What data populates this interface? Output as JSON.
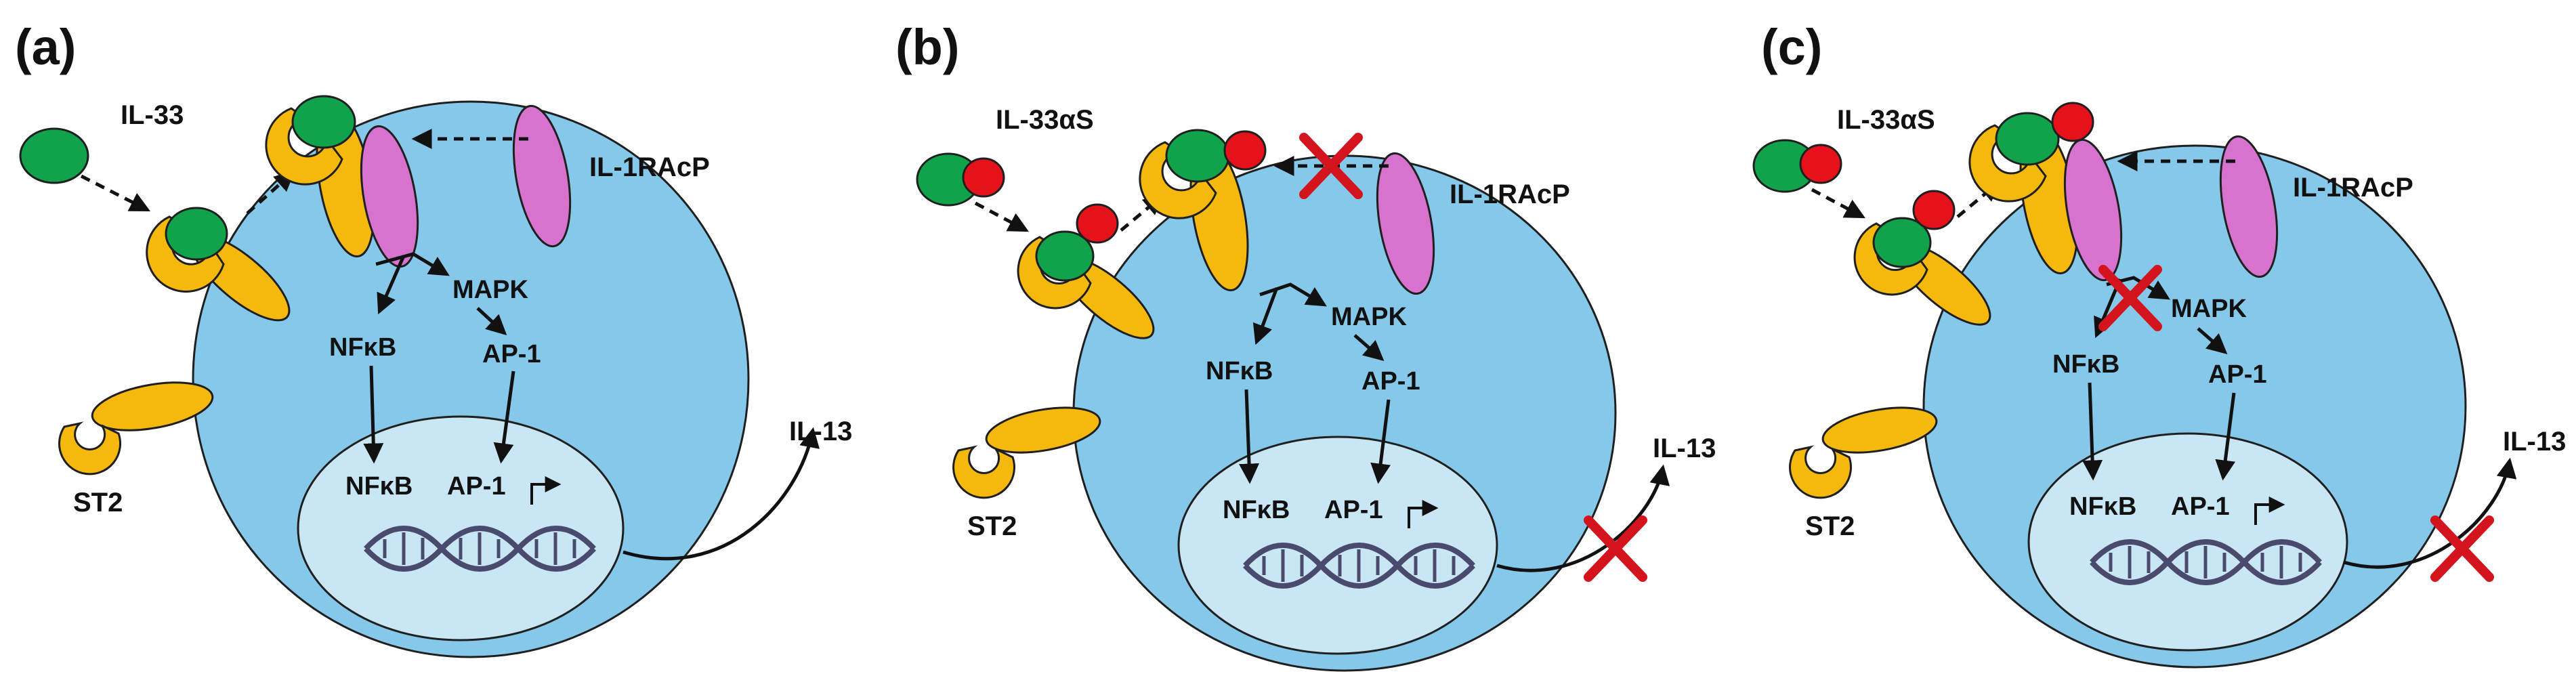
{
  "colors": {
    "cell": "#86c8e9",
    "nucleus": "#c8e6f4",
    "il33": "#10a34b",
    "alpha_s": "#e5121b",
    "st2": "#f5b80c",
    "il1racp": "#d772cf",
    "block_cross": "#d4141c"
  },
  "icons": [
    "dna-icon",
    "transcription-start-arrow-icon",
    "block-cross-icon"
  ],
  "panels": [
    {
      "label": "(a)",
      "ligand": "IL-33",
      "receptor_accessory": "IL-1RAcP",
      "decoy_receptor": "ST2",
      "pathway_left": "NFκB",
      "pathway_right": "MAPK",
      "ap1_cytoplasm": "AP-1",
      "nfkb_nucleus": "NFκB",
      "ap1_nucleus": "AP-1",
      "output": "IL-13"
    },
    {
      "label": "(b)",
      "ligand": "IL-33αS",
      "receptor_accessory": "IL-1RAcP",
      "decoy_receptor": "ST2",
      "pathway_left": "NFκB",
      "pathway_right": "MAPK",
      "ap1_cytoplasm": "AP-1",
      "nfkb_nucleus": "NFκB",
      "ap1_nucleus": "AP-1",
      "output": "IL-13"
    },
    {
      "label": "(c)",
      "ligand": "IL-33αS",
      "receptor_accessory": "IL-1RAcP",
      "decoy_receptor": "ST2",
      "pathway_left": "NFκB",
      "pathway_right": "MAPK",
      "ap1_cytoplasm": "AP-1",
      "nfkb_nucleus": "NFκB",
      "ap1_nucleus": "AP-1",
      "output": "IL-13"
    }
  ]
}
